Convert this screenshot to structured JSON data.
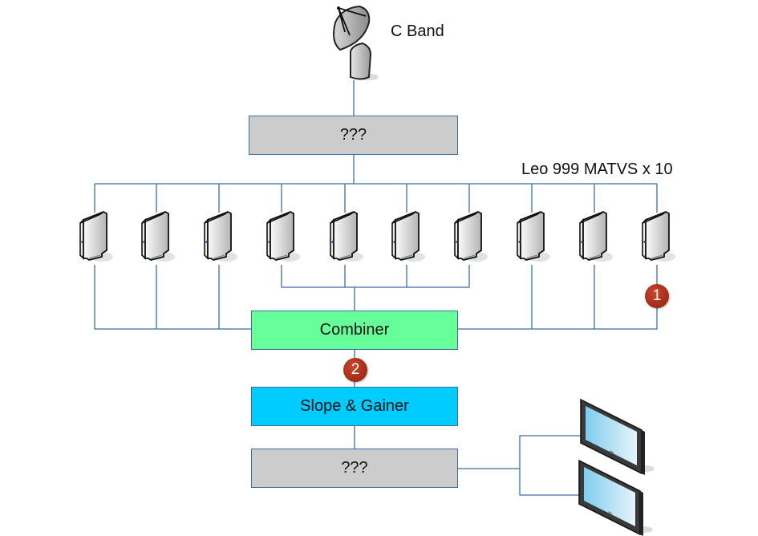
{
  "diagram": {
    "source": {
      "label": "C Band",
      "icon": "satellite-dish-icon"
    },
    "top_box": {
      "label": "???",
      "color": "#cccccc"
    },
    "receivers": {
      "group_label": "Leo 999 MATVS x 10",
      "count": 10,
      "icon": "server-icon"
    },
    "combiner": {
      "label": "Combiner",
      "color": "#66ff99"
    },
    "slope_gainer": {
      "label": "Slope & Gainer",
      "color": "#00ccff"
    },
    "bottom_box": {
      "label": "???",
      "color": "#cccccc"
    },
    "displays": [
      {
        "icon": "monitor-icon"
      },
      {
        "icon": "monitor-icon"
      }
    ],
    "badges": [
      {
        "label": "1",
        "color": "#b3321e"
      },
      {
        "label": "2",
        "color": "#b3321e"
      }
    ],
    "wire_color": "#3a6ea5"
  }
}
